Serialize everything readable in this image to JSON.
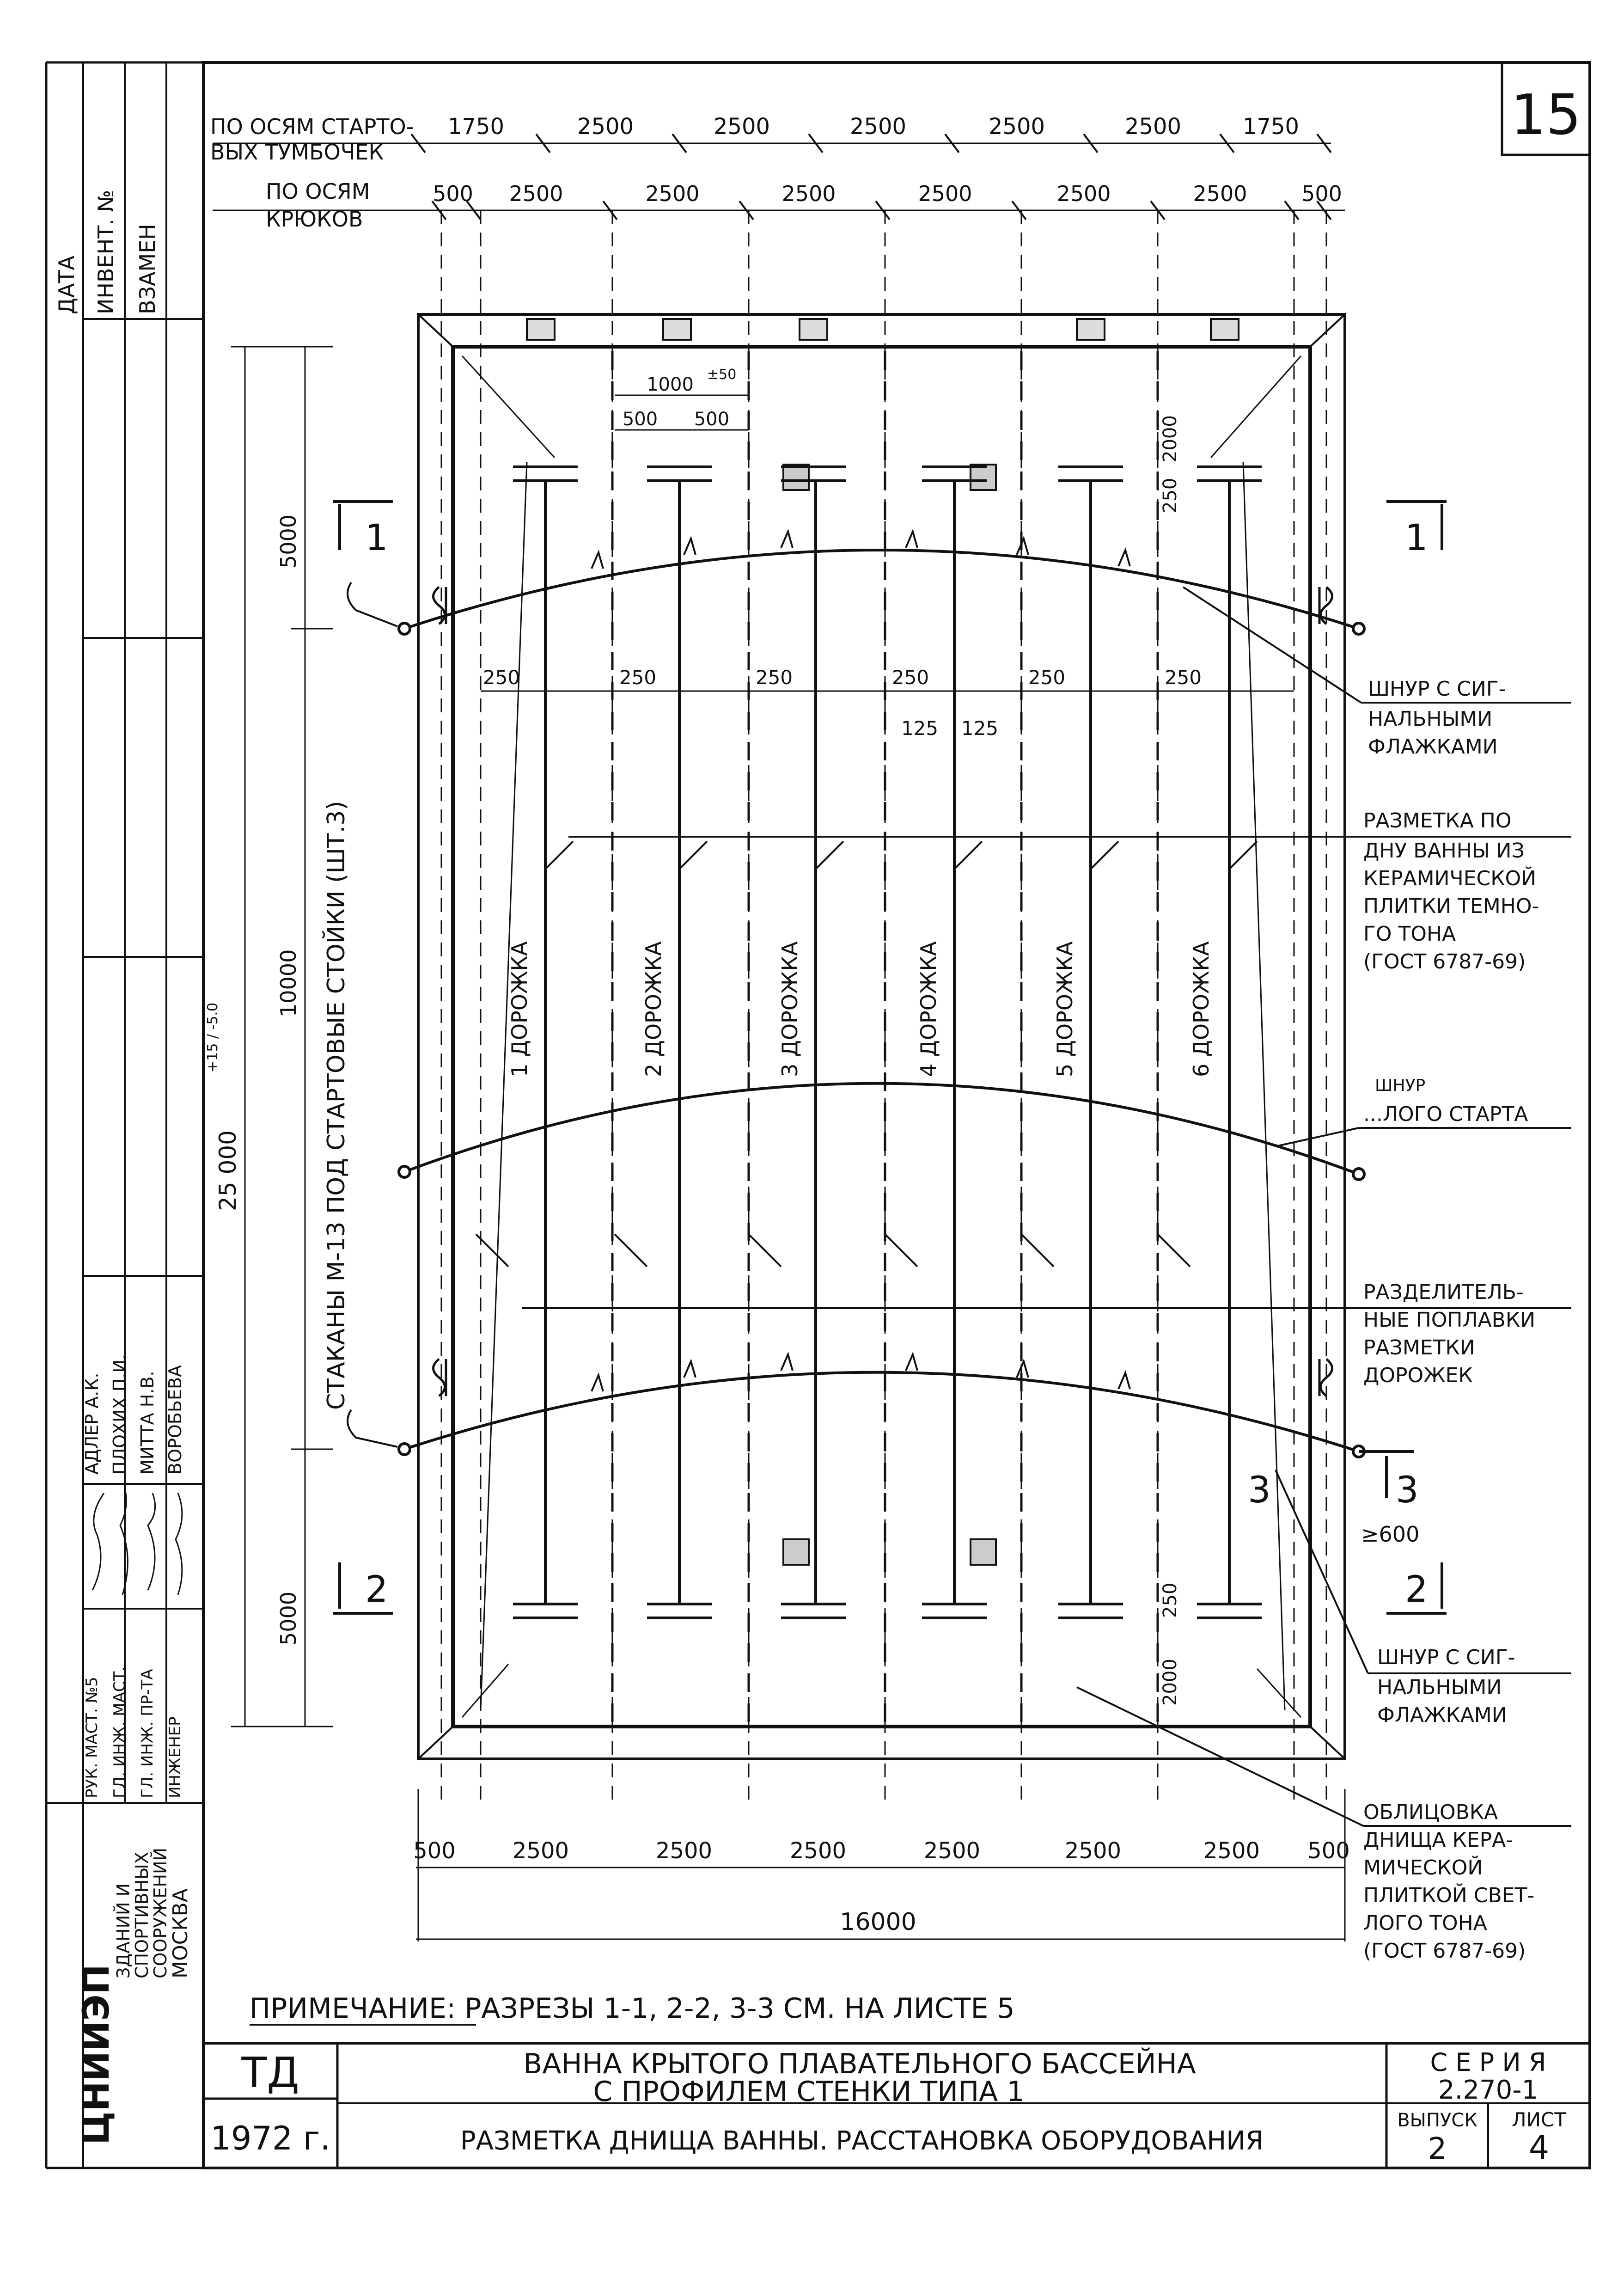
{
  "sheet_number": "15",
  "top_dims": {
    "row1_label_a": "ПО ОСЯМ СТАРТО-",
    "row1_label_b": "ВЫХ ТУМБОЧЕК",
    "row1_values": [
      "1750",
      "2500",
      "2500",
      "2500",
      "2500",
      "2500",
      "1750"
    ],
    "row2_label_a": "ПО ОСЯМ",
    "row2_label_b": "КРЮКОВ",
    "row2_values": [
      "500",
      "2500",
      "2500",
      "2500",
      "2500",
      "2500",
      "2500",
      "500"
    ]
  },
  "plan_dims": {
    "top_block": "1000",
    "top_block_tol": "±50",
    "half_a": "500",
    "half_b": "500",
    "end_2000_top": "2000",
    "end_250_top": "250",
    "line_250": [
      "250",
      "250",
      "250",
      "250",
      "250",
      "250"
    ],
    "center_125_a": "125",
    "center_125_b": "125",
    "left_5000_top": "5000",
    "left_10000": "10000",
    "left_5000_bottom": "5000",
    "total_length": "25 000",
    "total_tol": "+15 / -5.0",
    "end_2000_bottom": "2000",
    "end_250_bottom": "250",
    "offset_600": "≥600"
  },
  "lanes": [
    "1 ДОРОЖКА",
    "2 ДОРОЖКА",
    "3 ДОРОЖКА",
    "4 ДОРОЖКА",
    "5 ДОРОЖКА",
    "6 ДОРОЖКА"
  ],
  "left_label": "СТАКАНЫ М-13 ПОД СТАРТОВЫЕ СТОЙКИ (ШТ.3)",
  "section_marks": {
    "s1_left": "1",
    "s1_right": "1",
    "s2_left": "2",
    "s2_right": "2",
    "s3_left": "3",
    "s3_right": "3"
  },
  "callouts": {
    "cord_top": [
      "ШНУР С СИГ-",
      "НАЛЬНЫМИ",
      "ФЛАЖКАМИ"
    ],
    "marking": [
      "РАЗМЕТКА ПО",
      "ДНУ ВАННЫ ИЗ",
      "КЕРАМИЧЕСКОЙ",
      "ПЛИТКИ ТЕМНО-",
      "ГО ТОНА",
      "(ГОСТ 6787-69)"
    ],
    "false_start": [
      "ШНУР",
      "...ЛОГО СТАРТА"
    ],
    "floats": [
      "РАЗДЕЛИТЕЛЬ-",
      "НЫЕ ПОПЛАВКИ",
      "РАЗМЕТКИ",
      "ДОРОЖЕК"
    ],
    "cord_bottom": [
      "ШНУР С СИГ-",
      "НАЛЬНЫМИ",
      "ФЛАЖКАМИ"
    ],
    "lining": [
      "ОБЛИЦОВКА",
      "ДНИЩА КЕРА-",
      "МИЧЕСКОЙ",
      "ПЛИТКОЙ СВЕТ-",
      "ЛОГО ТОНА",
      "(ГОСТ 6787-69)"
    ]
  },
  "bottom_dims": {
    "values": [
      "500",
      "2500",
      "2500",
      "2500",
      "2500",
      "2500",
      "2500",
      "500"
    ],
    "total": "16000"
  },
  "note": "ПРИМЕЧАНИЕ: РАЗРЕЗЫ 1-1, 2-2, 3-3 СМ. НА ЛИСТЕ 5",
  "title_block": {
    "logo": "ТД",
    "year": "1972 г.",
    "title_line1": "ВАННА КРЫТОГО ПЛАВАТЕЛЬНОГО БАССЕЙНА",
    "title_line2": "С ПРОФИЛЕМ СТЕНКИ ТИПА 1",
    "subtitle": "РАЗМЕТКА ДНИЩА ВАННЫ. РАССТАНОВКА ОБОРУДОВАНИЯ",
    "series_label": "С Е Р И Я",
    "series_value": "2.270-1",
    "issue_label": "ВЫПУСК",
    "issue_value": "2",
    "sheet_label": "ЛИСТ",
    "sheet_value": "4"
  },
  "side_stamp": {
    "date": "ДАТА",
    "inv": "ИНВЕНТ. №",
    "replace": "ВЗАМЕН",
    "roles": [
      "РУК. МАСТ. №5",
      "ГЛ. ИНЖ. МАСТ.",
      "ГЛ. ИНЖ. ПР-ТА",
      "ИНЖЕНЕР"
    ],
    "names": [
      "АДЛЕР А.К.",
      "ПЛОХИХ П.И.",
      "МИТТА Н.В.",
      "ВОРОБЬЕВА"
    ],
    "org_line1": "ЗДАНИЙ И",
    "org_line2": "СПОРТИВНЫХ",
    "org_line3": "СООРУЖЕНИЙ",
    "org_logo": "ЦНИИЭП",
    "city": "МОСКВА"
  }
}
